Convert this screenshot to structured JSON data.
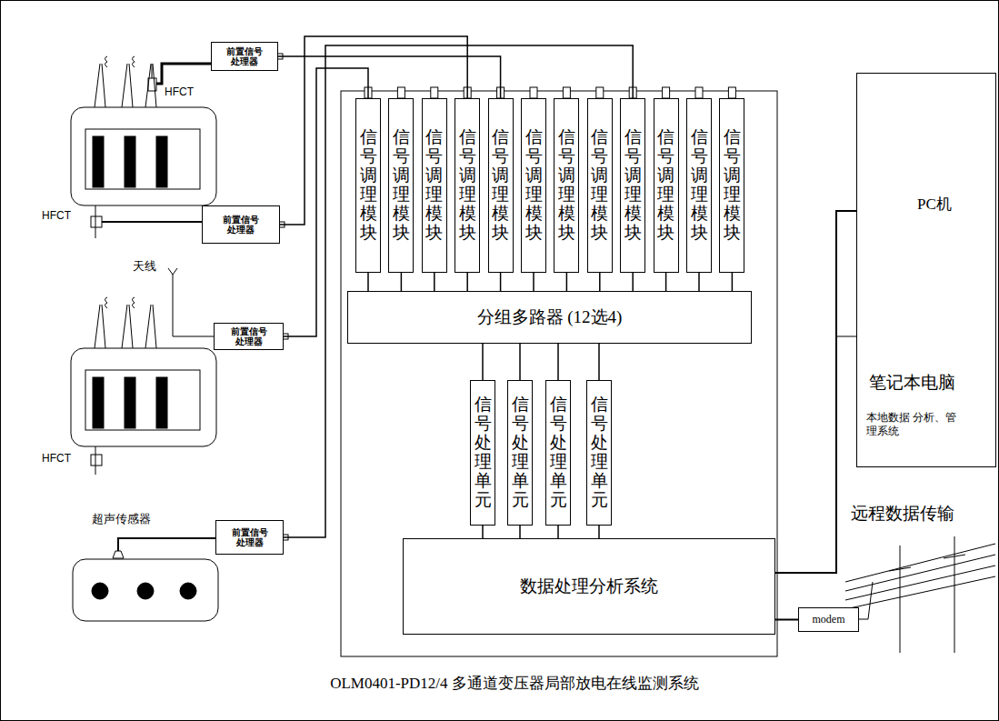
{
  "diagram": {
    "caption": "OLM0401-PD12/4 多通道变压器局部放电在线监测系统",
    "nodes": [
      {
        "text": [
          "前置信号处理器"
        ]
      },
      {
        "text": [
          "前置信号处理器"
        ]
      },
      {
        "text": [
          "前置信号处理器"
        ]
      },
      {
        "text": [
          "前置信号处理器"
        ]
      },
      {
        "text": [
          "信号调理模块"
        ]
      },
      {
        "text": [
          "信号调理模块"
        ]
      },
      {
        "text": [
          "信号调理模块"
        ]
      },
      {
        "text": [
          "信号调理模块"
        ]
      },
      {
        "text": [
          "信号调理模块"
        ]
      },
      {
        "text": [
          "信号调理模块"
        ]
      },
      {
        "text": [
          "信号调理模块"
        ]
      },
      {
        "text": [
          "信号调理模块"
        ]
      },
      {
        "text": [
          "信号调理模块"
        ]
      },
      {
        "text": [
          "信号调理模块"
        ]
      },
      {
        "text": [
          "信号调理模块"
        ]
      },
      {
        "text": [
          "信号调理模块"
        ]
      },
      {
        "text": [
          "分组多路器 (12选4)"
        ]
      },
      {
        "text": [
          "信号处理单元"
        ]
      },
      {
        "text": [
          "信号处理单元"
        ]
      },
      {
        "text": [
          "信号处理单元"
        ]
      },
      {
        "text": [
          "信号处理单元"
        ]
      },
      {
        "text": [
          "数据处理分析系统"
        ]
      },
      {
        "text": [
          "本地数据 分析、管理系统"
        ]
      },
      {
        "text": [
          "modem"
        ]
      }
    ],
    "edges": [
      {
        "from": 0,
        "to": 8,
        "arrow": "none"
      },
      {
        "from": 1,
        "to": 7,
        "arrow": "none"
      },
      {
        "from": 2,
        "to": 4,
        "arrow": "none"
      },
      {
        "from": 3,
        "to": 12,
        "arrow": "none"
      },
      {
        "from": 4,
        "to": 16,
        "arrow": "none"
      },
      {
        "from": 5,
        "to": 16,
        "arrow": "none"
      },
      {
        "from": 6,
        "to": 16,
        "arrow": "none"
      },
      {
        "from": 7,
        "to": 16,
        "arrow": "none"
      },
      {
        "from": 8,
        "to": 16,
        "arrow": "none"
      },
      {
        "from": 9,
        "to": 16,
        "arrow": "none"
      },
      {
        "from": 10,
        "to": 16,
        "arrow": "none"
      },
      {
        "from": 11,
        "to": 16,
        "arrow": "none"
      },
      {
        "from": 12,
        "to": 16,
        "arrow": "none"
      },
      {
        "from": 13,
        "to": 16,
        "arrow": "none"
      },
      {
        "from": 14,
        "to": 16,
        "arrow": "none"
      },
      {
        "from": 15,
        "to": 16,
        "arrow": "none"
      },
      {
        "from": 16,
        "to": 17,
        "arrow": "none"
      },
      {
        "from": 16,
        "to": 18,
        "arrow": "none"
      },
      {
        "from": 16,
        "to": 19,
        "arrow": "none"
      },
      {
        "from": 16,
        "to": 20,
        "arrow": "none"
      },
      {
        "from": 17,
        "to": 21,
        "arrow": "none"
      },
      {
        "from": 18,
        "to": 21,
        "arrow": "none"
      },
      {
        "from": 19,
        "to": 21,
        "arrow": "none"
      },
      {
        "from": 20,
        "to": 21,
        "arrow": "none"
      },
      {
        "from": 21,
        "to": 22,
        "arrow": "none"
      },
      {
        "from": 21,
        "to": 23,
        "arrow": "none"
      }
    ],
    "labels": [
      "HFCT",
      "HFCT",
      "HFCT",
      "天线",
      "超声传感器",
      "PC机",
      "笔记本电脑",
      "远程数据传输"
    ]
  }
}
